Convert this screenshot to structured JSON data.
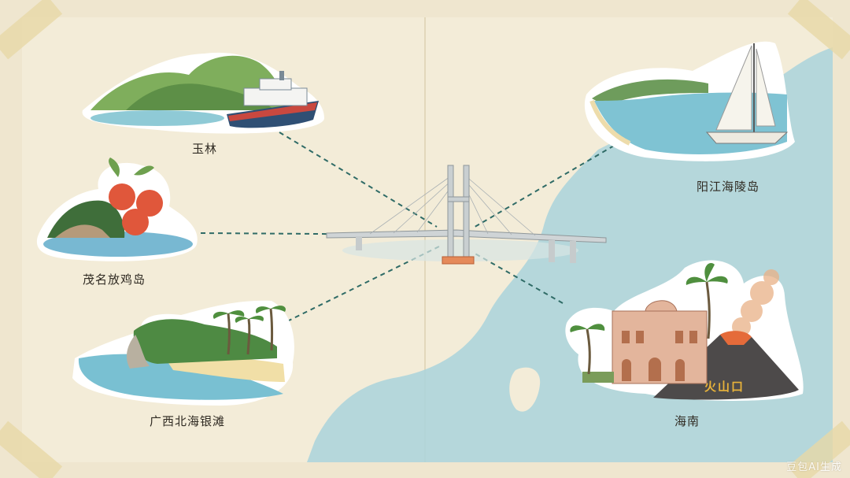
{
  "locations": [
    {
      "id": "yulin",
      "label": "玉林",
      "icon": "ferry-island-sticker"
    },
    {
      "id": "yangjiang",
      "label": "阳江海陵岛",
      "icon": "sailboat-beach-sticker"
    },
    {
      "id": "maoming",
      "label": "茂名放鸡岛",
      "icon": "lychee-island-sticker"
    },
    {
      "id": "beihai",
      "label": "广西北海银滩",
      "icon": "palm-beach-sticker"
    },
    {
      "id": "hainan",
      "label": "海南",
      "icon": "volcano-arcade-sticker"
    }
  ],
  "hainan_volcano_text": "火山口",
  "center_icon": "cable-stayed-bridge",
  "watermark": "豆包AI生成",
  "colors": {
    "paper": "#efe6cf",
    "sea": "#a9d3dc",
    "route_line": "#2f6b66",
    "tape": "#e7d8a6"
  }
}
